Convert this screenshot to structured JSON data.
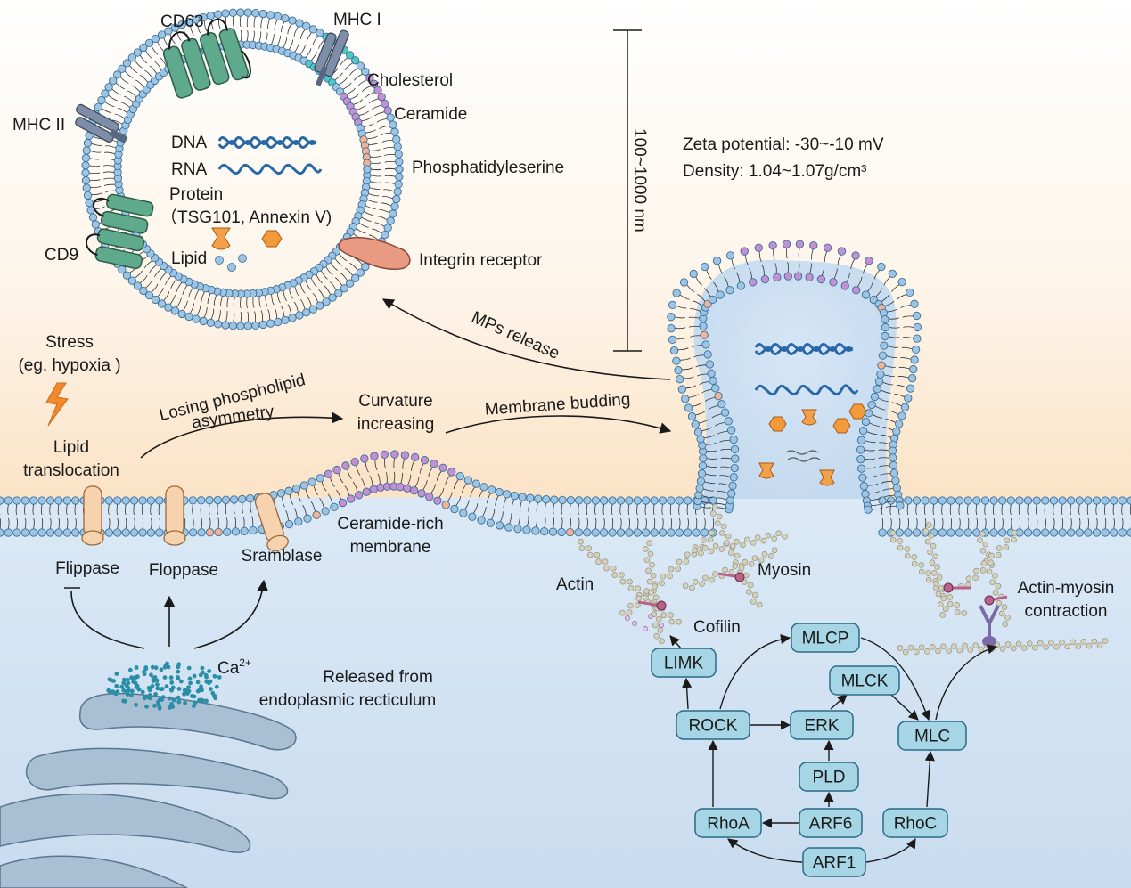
{
  "vesicle": {
    "proteins": {
      "cd63": "CD63",
      "mhc1": "MHC I",
      "mhc2": "MHC II",
      "cd9": "CD9"
    },
    "lipids": {
      "cholesterol": "Cholesterol",
      "ceramide": "Ceramide",
      "ps": "Phosphatidyleserine"
    },
    "cargo": {
      "dna": "DNA",
      "rna": "RNA",
      "protein": "Protein",
      "protein_examples": "（TSG101, Annexin V)",
      "lipid": "Lipid"
    },
    "receptor": "Integrin receptor"
  },
  "properties": {
    "size": "100~1000 nm",
    "zeta": "Zeta potential: -30~-10 mV",
    "density": "Density: 1.04~1.07g/cm³"
  },
  "process": {
    "stress_line1": "Stress",
    "stress_line2": "(eg. hypoxia )",
    "lipid_translocation_line1": "Lipid",
    "lipid_translocation_line2": "translocation",
    "losing_line1": "Losing phospholipid",
    "losing_line2": "asymmetry",
    "curvature_line1": "Curvature",
    "curvature_line2": "increasing",
    "budding": "Membrane budding",
    "release": "MPs release",
    "ceramide_rich_line1": "Ceramide-rich",
    "ceramide_rich_line2": "membrane"
  },
  "enzymes": {
    "flippase": "Flippase",
    "floppase": "Floppase",
    "scramblase": "Sramblase"
  },
  "calcium": {
    "ion": "Ca",
    "charge": "2+",
    "source_line1": "Released from",
    "source_line2": "endoplasmic recticulum"
  },
  "cytoskeleton": {
    "actin": "Actin",
    "myosin": "Myosin",
    "cofilin": "Cofilin",
    "contraction_line1": "Actin-myosin",
    "contraction_line2": "contraction"
  },
  "pathway": {
    "nodes": [
      "LIMK",
      "MLCP",
      "MLCK",
      "ROCK",
      "ERK",
      "MLC",
      "PLD",
      "RhoA",
      "ARF6",
      "RhoC",
      "ARF1"
    ]
  },
  "colors": {
    "bg_top": "#ffffff",
    "bg_warm": "#fbe7cc",
    "bg_cyto": "#d6e6f5",
    "membrane_head": "#9cc4e4",
    "head_stroke": "#3c6e96",
    "ceramide": "#c48fd3",
    "cholesterol": "#4ec8c4",
    "phosphatidylserine": "#f3b392",
    "node_fill": "#a6d6e6",
    "node_stroke": "#2b6a86",
    "tetraspanin": "#5faa8c",
    "mhc": "#7f8ea8",
    "enzyme": "#f6d3ae",
    "integrin": "#e89a82",
    "actin": "#d3d0bd",
    "myosin": "#b9628a",
    "calcium": "#2a8fa6",
    "er": "#a9bfd3",
    "lightning": "#f08a2c",
    "dna": "#2867a8"
  }
}
